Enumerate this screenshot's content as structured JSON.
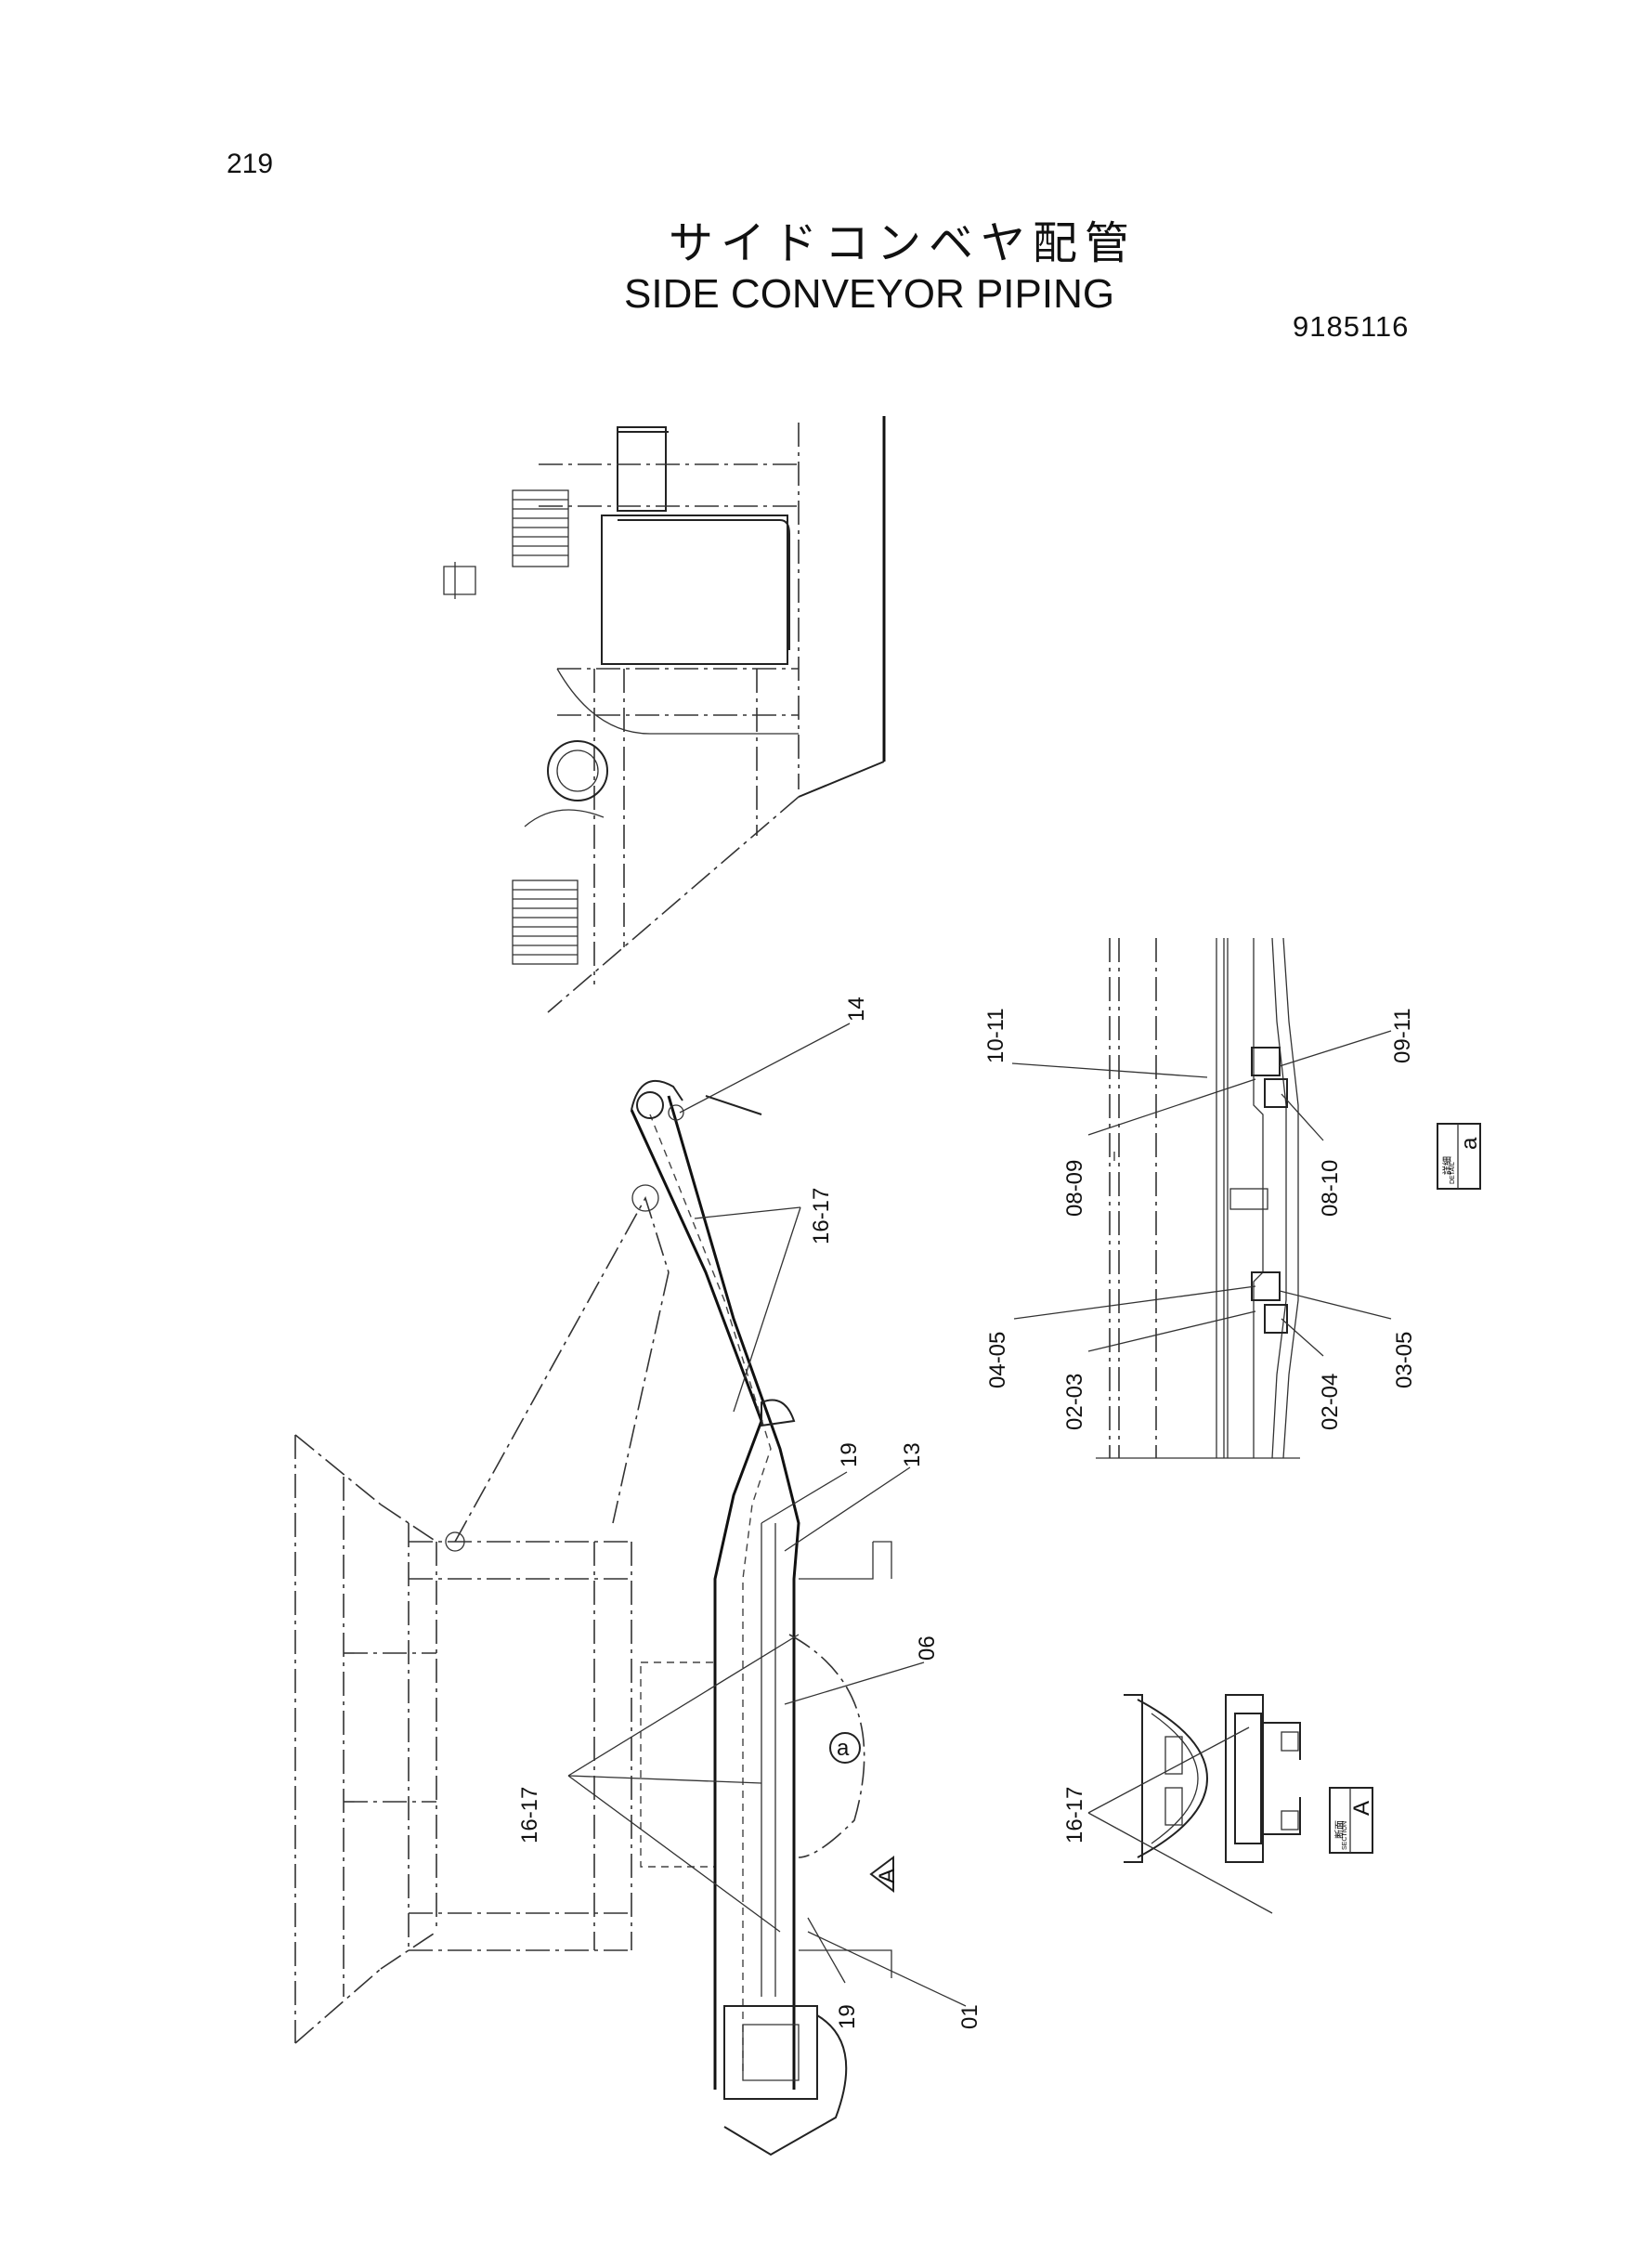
{
  "page_number": "219",
  "title_ja": "サイドコンベヤ配管",
  "title_en": "SIDE CONVEYOR PIPING",
  "part_number": "9185116",
  "callouts": {
    "c14": "14",
    "c16_17_top": "16-17",
    "c19_top": "19",
    "c13": "13",
    "c06": "06",
    "c16_17_left": "16-17",
    "c19_bottom": "19",
    "c01": "01",
    "detail_a_marker": "a",
    "section_a_marker": "A",
    "c10_11": "10-11",
    "c09_11": "09-11",
    "c08_09": "08-09",
    "c08_10": "08-10",
    "c04_05": "04-05",
    "c02_03": "02-03",
    "c02_04": "02-04",
    "c03_05": "03-05",
    "c16_17_section": "16-17"
  },
  "detail_tag": {
    "jp": "詳細",
    "en": "DETAIL",
    "letter": "a"
  },
  "section_tag": {
    "jp": "断面",
    "en": "SECTION",
    "letter": "A"
  }
}
